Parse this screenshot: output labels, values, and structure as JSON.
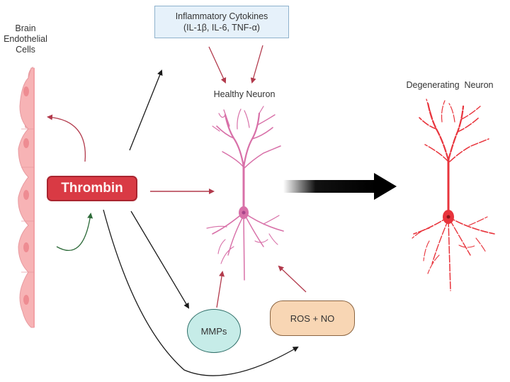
{
  "title_labels": {
    "endothelial": [
      "Brain",
      "Endothelial",
      "Cells"
    ],
    "healthy_neuron": "Healthy Neuron",
    "degenerating_neuron": "Degenerating  Neuron"
  },
  "nodes": {
    "cytokines": {
      "line1": "Inflammatory Cytokines",
      "line2": "(IL-1β, IL-6, TNF-α)"
    },
    "thrombin": "Thrombin",
    "mmps": "MMPs",
    "ros_no": "ROS + NO"
  },
  "colors": {
    "endothelial_fill": "#f7b3b5",
    "endothelial_nucleus": "#ee8c92",
    "thrombin_fill": "#d93a44",
    "healthy_neuron": "#d870a8",
    "degenerating_neuron": "#e8343c",
    "red_arrow": "#b23a4c",
    "black_arrow": "#1a1a1a",
    "green_arrow": "#2e6b3a",
    "cytokine_fill": "#e6f1fa",
    "mmps_fill": "#c6ece8",
    "ros_fill": "#f8d6b4"
  },
  "edges": [
    {
      "from": "thrombin",
      "to": "endothelial",
      "color": "red"
    },
    {
      "from": "endothelial",
      "to": "thrombin",
      "color": "green"
    },
    {
      "from": "thrombin",
      "to": "cytokines",
      "color": "black"
    },
    {
      "from": "thrombin",
      "to": "healthy_neuron",
      "color": "red"
    },
    {
      "from": "thrombin",
      "to": "mmps",
      "color": "black"
    },
    {
      "from": "thrombin",
      "to": "ros_no",
      "color": "black"
    },
    {
      "from": "cytokines",
      "to": "healthy_neuron",
      "color": "red",
      "count": 2
    },
    {
      "from": "mmps",
      "to": "healthy_neuron",
      "color": "red"
    },
    {
      "from": "ros_no",
      "to": "healthy_neuron",
      "color": "red"
    },
    {
      "from": "healthy_neuron",
      "to": "degenerating_neuron",
      "color": "gradient-black"
    }
  ]
}
